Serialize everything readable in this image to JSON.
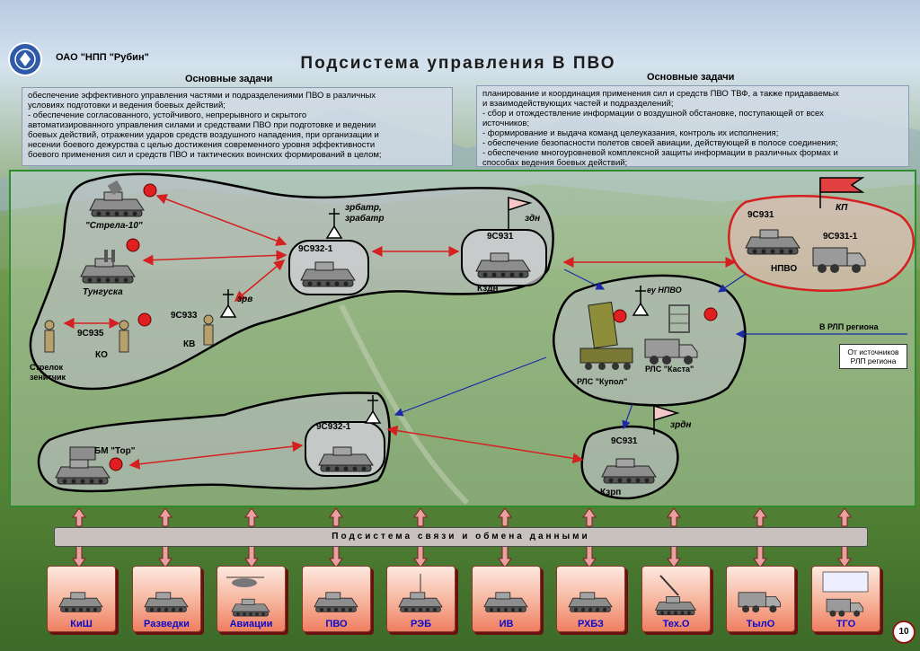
{
  "header": {
    "org": "ОАО \"НПП \"Рубин\"",
    "title": "Подсистема управления В ПВО"
  },
  "tasks": {
    "left": {
      "heading": "Основные задачи",
      "lines": [
        "обеспечение эффективного управления частями и подразделениями ПВО в различных",
        "условиях подготовки и ведения боевых действий;",
        "- обеспечение согласованного, устойчивого, непрерывного и скрытого",
        "автоматизированного управления силами и средствами ПВО при подготовке и ведении",
        "боевых действий, отражении ударов средств воздушного нападения, при организации и",
        "несении боевого дежурства с целью достижения современного уровня эффективности",
        "боевого применения сил и средств ПВО и тактических воинских формирований в целом;"
      ]
    },
    "right": {
      "heading": "Основные задачи",
      "lines": [
        " планирование и координация применения сил и средств ПВО ТВФ, а также придаваемых",
        "и взаимодействующих частей и подразделений;",
        "- сбор и отождествление информации о воздушной обстановке, поступающей от всех",
        "источников;",
        "- формирование и выдача команд целеуказания, контроль их исполнения;",
        "- обеспечение безопасности полетов своей авиации, действующей в полосе соединения;",
        "- обеспечение многоуровневой комплексной защиты информации  в различных формах и",
        "способах ведения боевых действий;"
      ]
    }
  },
  "nodes": {
    "strela": "\"Стрела-10\"",
    "tunguska": "Тунгуска",
    "c9s932_top": "9С932-1",
    "zrbatr": "зрбатр,",
    "zrabatr": "зрабатр",
    "zrv": "зрв",
    "c9s933": "9С933",
    "kv": "КВ",
    "c9s935": "9С935",
    "ko": "КО",
    "strelok1": "Стрелок",
    "strelok2": "зенитчик",
    "c9s931_kzdn": "9С931",
    "kzdn": "Кздн",
    "zdn": "здн",
    "eu_npvo": "еу НПВО",
    "rls_kupol": "РЛС \"Купол\"",
    "rls_kasta": "РЛС \"Каста\"",
    "c9s931_kp": "9С931",
    "c9s931_1": "9С931-1",
    "npvo": "НПВО",
    "kp": "КП",
    "rlp_region": "В РЛП региона",
    "from_src1": "От источников",
    "from_src2": "РЛП региона",
    "bm_tor": "БМ \"Тор\"",
    "c9s932_bottom": "9С932-1",
    "c9s931_kzrp": "9С931",
    "kzrp": "Кзрп",
    "zrdn": "зрдн"
  },
  "comm_bar": "Подсистема связи и обмена данными",
  "units": [
    "КиШ",
    "Разведки",
    "Авиации",
    "ПВО",
    "РЭБ",
    "ИВ",
    "РХБЗ",
    "Тех.О",
    "ТылО",
    "ТГО"
  ],
  "page_number": "10",
  "colors": {
    "link_red": "#d42020",
    "link_blue": "#1a2aa8",
    "unit_label": "#0b0bcc",
    "frame_green": "#2e8b2e"
  }
}
